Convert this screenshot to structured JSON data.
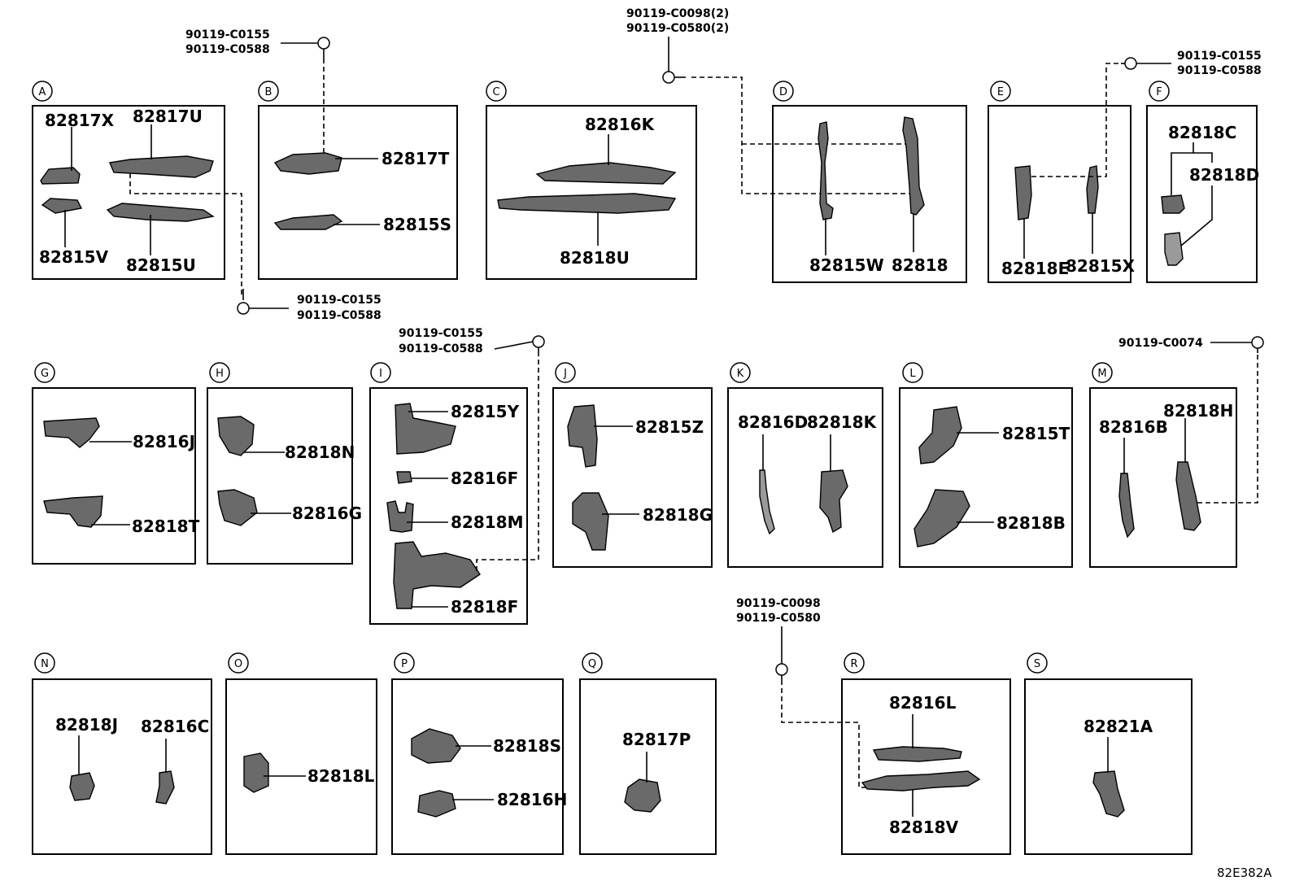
{
  "sections": {
    "A": {
      "letter": "A",
      "parts": [
        "82817X",
        "82817U",
        "82815V",
        "82815U"
      ]
    },
    "B": {
      "letter": "B",
      "parts": [
        "82817T",
        "82815S"
      ]
    },
    "C": {
      "letter": "C",
      "parts": [
        "82816K",
        "82818U"
      ]
    },
    "D": {
      "letter": "D",
      "parts": [
        "82815W",
        "82818"
      ]
    },
    "E": {
      "letter": "E",
      "parts": [
        "82818E",
        "82815X"
      ]
    },
    "F": {
      "letter": "F",
      "parts": [
        "82818C",
        "82818D"
      ]
    },
    "G": {
      "letter": "G",
      "parts": [
        "82816J",
        "82818T"
      ]
    },
    "H": {
      "letter": "H",
      "parts": [
        "82818N",
        "82816G"
      ]
    },
    "I": {
      "letter": "I",
      "parts": [
        "82815Y",
        "82816F",
        "82818M",
        "82818F"
      ]
    },
    "J": {
      "letter": "J",
      "parts": [
        "82815Z",
        "82818G"
      ]
    },
    "K": {
      "letter": "K",
      "parts": [
        "82816D",
        "82818K"
      ]
    },
    "L": {
      "letter": "L",
      "parts": [
        "82815T",
        "82818B"
      ]
    },
    "M": {
      "letter": "M",
      "parts": [
        "82816B",
        "82818H"
      ]
    },
    "N": {
      "letter": "N",
      "parts": [
        "82818J",
        "82816C"
      ]
    },
    "O": {
      "letter": "O",
      "parts": [
        "82818L"
      ]
    },
    "P": {
      "letter": "P",
      "parts": [
        "82818S",
        "82816H"
      ]
    },
    "Q": {
      "letter": "Q",
      "parts": [
        "82817P"
      ]
    },
    "R": {
      "letter": "R",
      "parts": [
        "82816L",
        "82818V"
      ]
    },
    "S": {
      "letter": "S",
      "parts": [
        "82821A"
      ]
    }
  },
  "screws": {
    "s1": [
      "90119-C0155",
      "90119-C0588"
    ],
    "s2": [
      "90119-C0155",
      "90119-C0588"
    ],
    "s3": [
      "90119-C0098(2)",
      "90119-C0580(2)"
    ],
    "s4": [
      "90119-C0155",
      "90119-C0588"
    ],
    "s5": [
      "90119-C0155",
      "90119-C0588"
    ],
    "s6": [
      "90119-C0074"
    ],
    "s7": [
      "90119-C0098",
      "90119-C0580"
    ]
  },
  "reference": "82E382A"
}
